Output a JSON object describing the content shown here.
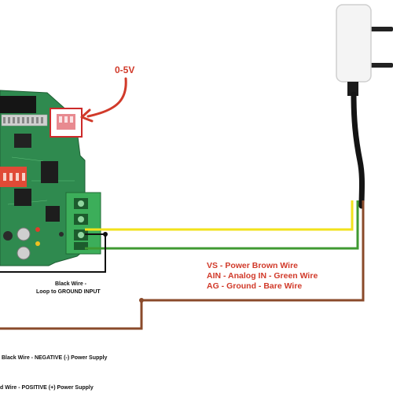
{
  "voltage_label": "0-5V",
  "wiring_notes": {
    "vs": "VS - Power Brown Wire",
    "ain": "AIN - Analog IN - Green Wire",
    "ag": "AG - Ground - Bare Wire"
  },
  "loop_note": {
    "line1": "Black Wire -",
    "line2": "Loop to GROUND INPUT"
  },
  "supply_notes": {
    "negative": "Black Wire - NEGATIVE (-) Power Supply",
    "positive": "d Wire - POSITIVE (+) Power Supply"
  },
  "colors": {
    "annotation_red": "#d13a2a",
    "board_green": "#2f8a4f",
    "terminal_green": "#3cae5a",
    "wire_yellow": "#f2e21b",
    "wire_green": "#3f9a32",
    "wire_brown": "#8a4a2a",
    "wire_black": "#111111",
    "cable_black": "#141414",
    "sensor_white": "#f4f4f4"
  }
}
